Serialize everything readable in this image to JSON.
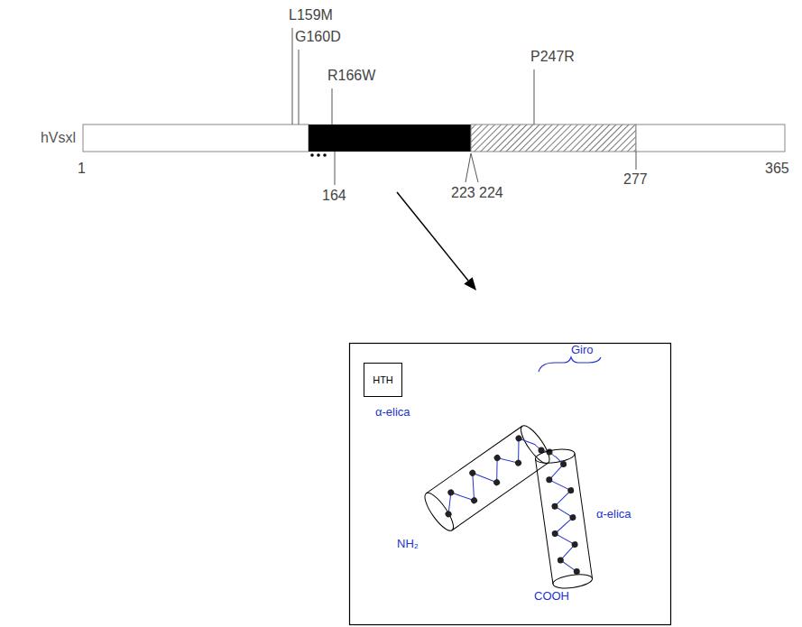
{
  "diagram": {
    "nodes": [
      {
        "text": [
          "hVsxl"
        ]
      },
      {
        "text": [
          "HTH"
        ]
      }
    ],
    "labels": [
      "L159M",
      "G160D",
      "R166W",
      "P247R",
      "1",
      "164",
      "223",
      "224",
      "277",
      "365",
      "α-elica",
      "Giro",
      "α-elica",
      "NH₂",
      "COOH"
    ]
  }
}
